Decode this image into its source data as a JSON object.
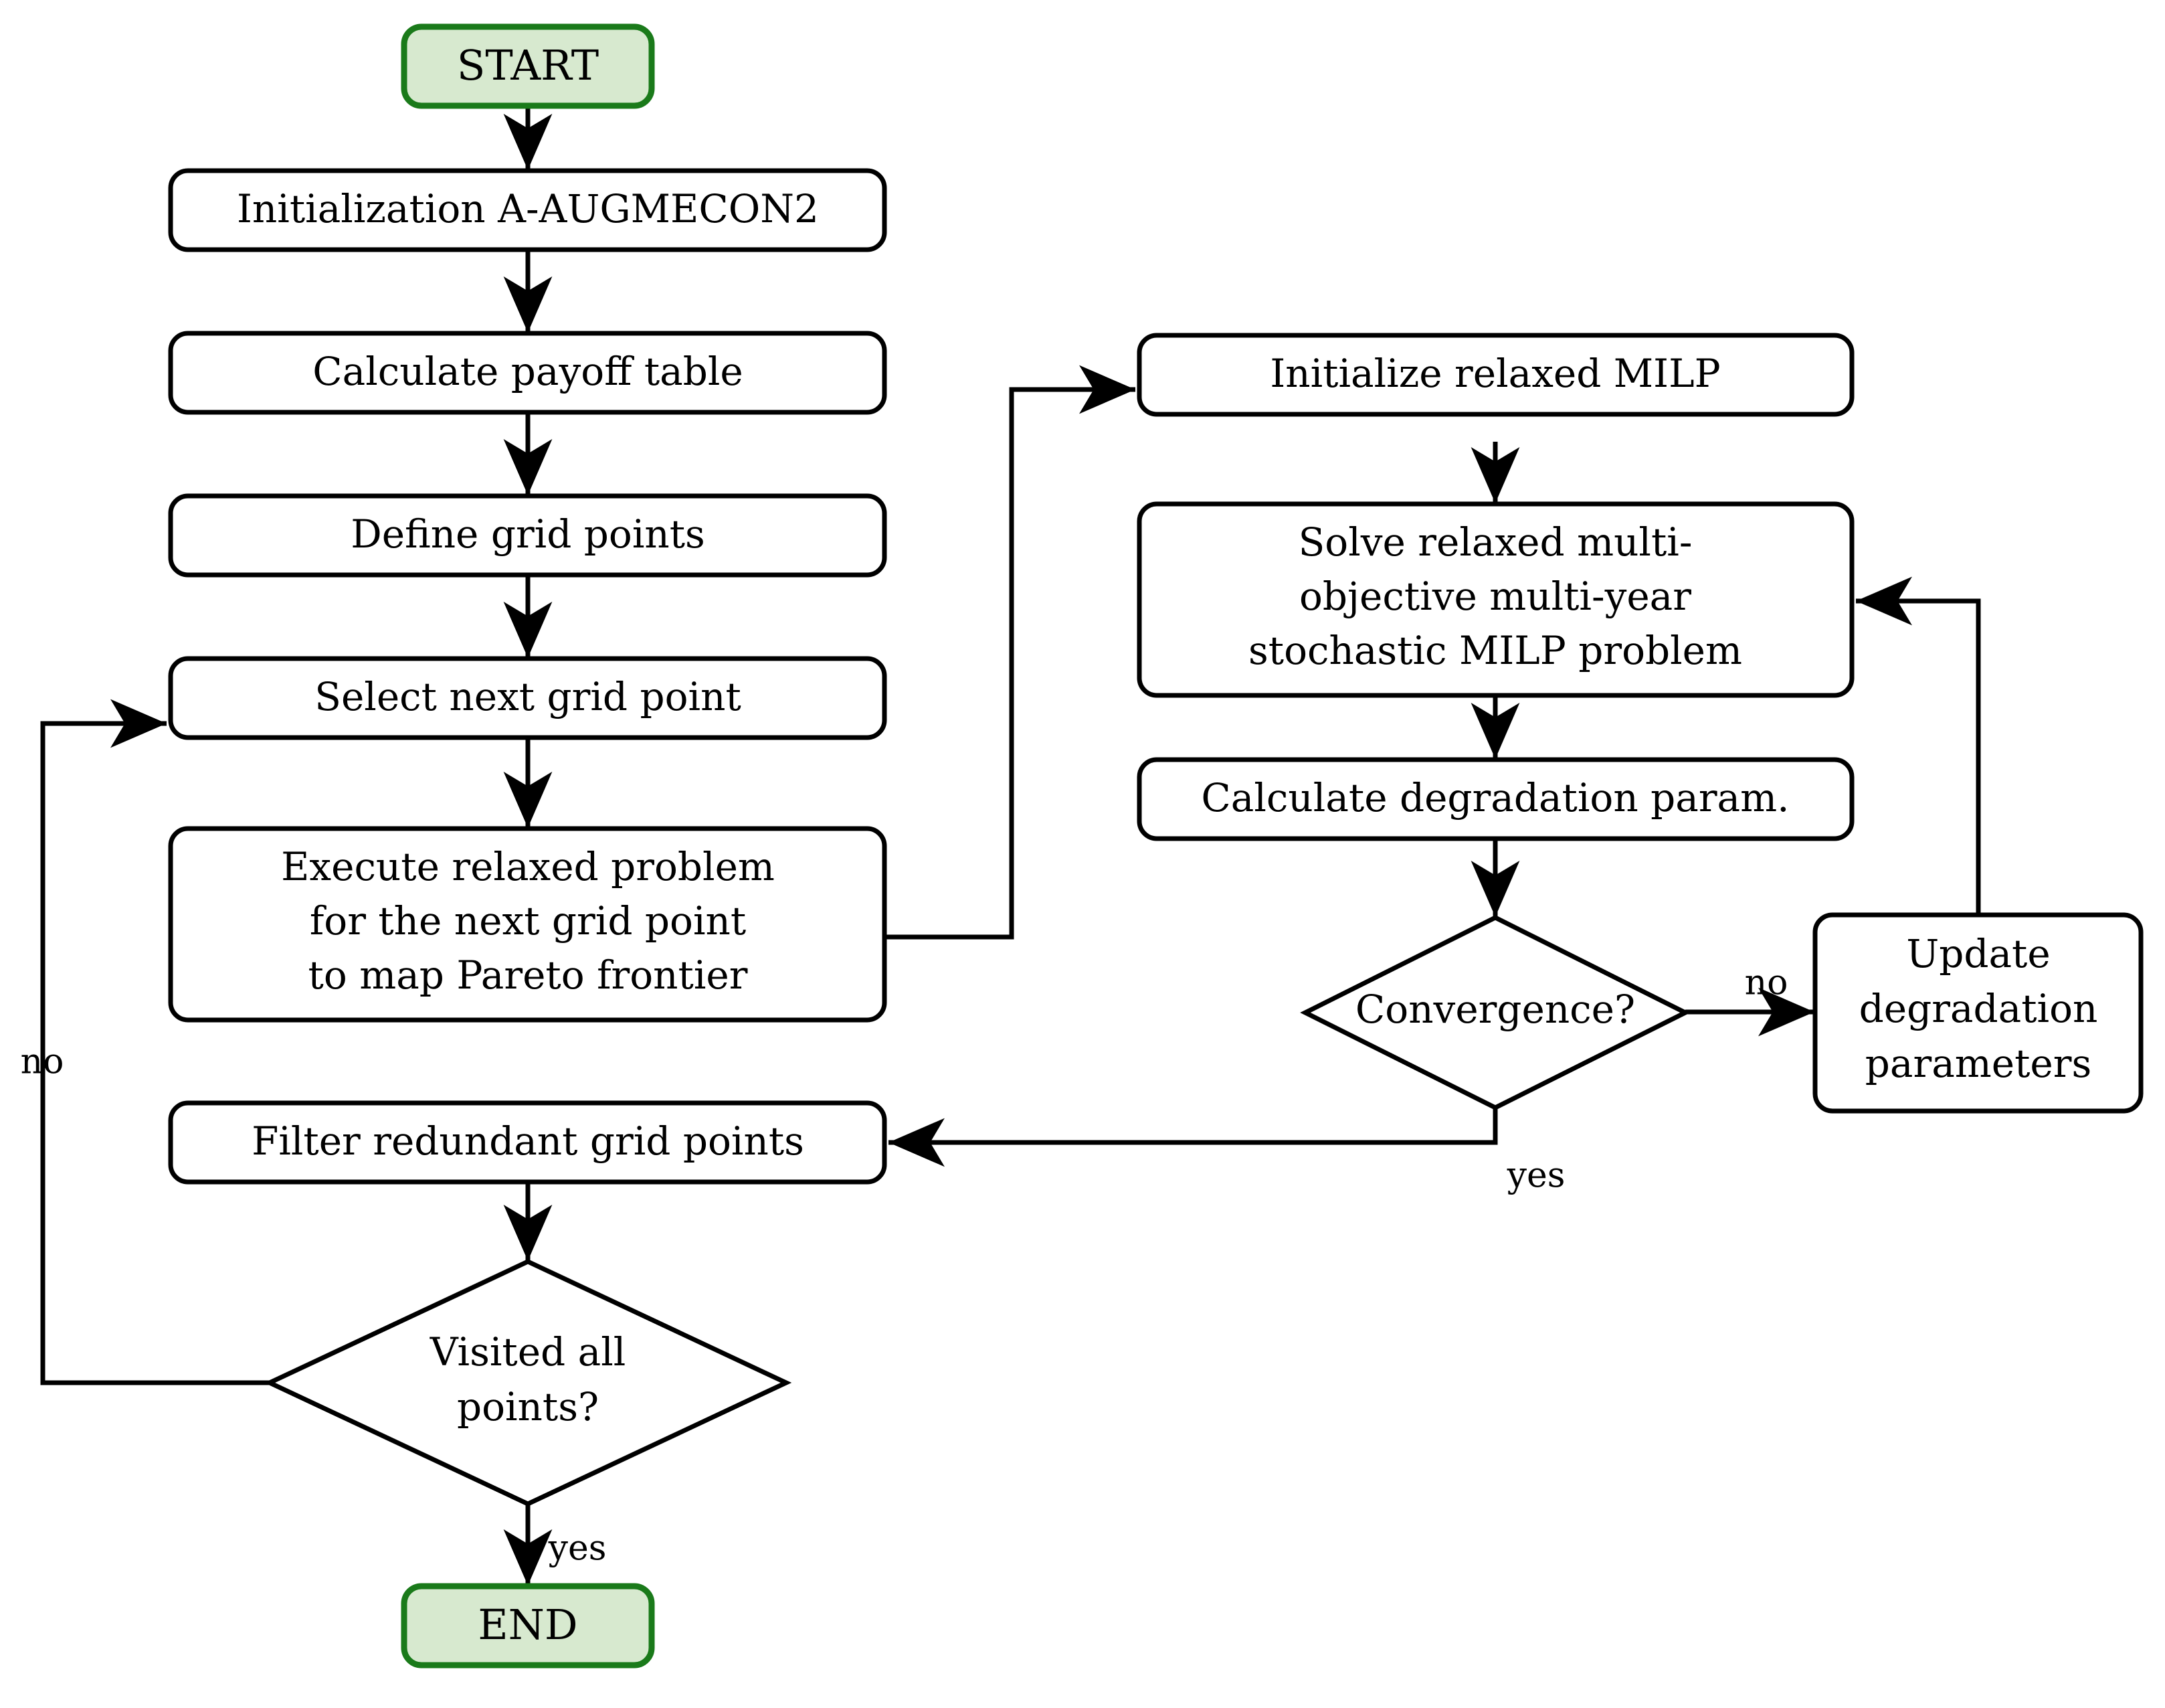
{
  "diagram": {
    "type": "flowchart",
    "title": "A-AUGMECON2 algorithm flowchart",
    "colors": {
      "terminal_fill": "#d7e9cf",
      "terminal_stroke": "#1a7a1a",
      "process_fill": "#ffffff",
      "process_stroke": "#000000",
      "edge_stroke": "#000000"
    }
  },
  "nodes": {
    "start": {
      "label": "START",
      "shape": "rounded-terminal"
    },
    "init_augmecon": {
      "label": "Initialization A-AUGMECON2",
      "shape": "rounded-process"
    },
    "calc_payoff": {
      "label": "Calculate payoff table",
      "shape": "rounded-process"
    },
    "define_grid": {
      "label": "Define grid points",
      "shape": "rounded-process"
    },
    "select_grid": {
      "label": "Select next grid point",
      "shape": "rounded-process"
    },
    "execute_relaxed": {
      "shape": "rounded-process",
      "lines": [
        "Execute relaxed problem",
        "for the next grid point",
        "to map Pareto frontier"
      ]
    },
    "filter_redundant": {
      "label": "Filter redundant grid points",
      "shape": "rounded-process"
    },
    "visited_all": {
      "shape": "diamond",
      "lines": [
        "Visited all",
        "points?"
      ]
    },
    "end": {
      "label": "END",
      "shape": "rounded-terminal"
    },
    "init_milp": {
      "label": "Initialize relaxed MILP",
      "shape": "rounded-process"
    },
    "solve_milp": {
      "shape": "rounded-process",
      "lines": [
        "Solve relaxed multi-",
        "objective multi-year",
        "stochastic MILP problem"
      ]
    },
    "calc_degradation": {
      "label": "Calculate degradation param.",
      "shape": "rounded-process"
    },
    "convergence": {
      "label": "Convergence?",
      "shape": "diamond"
    },
    "update_degradation": {
      "shape": "rounded-process",
      "lines": [
        "Update",
        "degradation",
        "parameters"
      ]
    }
  },
  "edge_labels": {
    "visited_no": "no",
    "visited_yes": "yes",
    "convergence_no": "no",
    "convergence_yes": "yes"
  }
}
